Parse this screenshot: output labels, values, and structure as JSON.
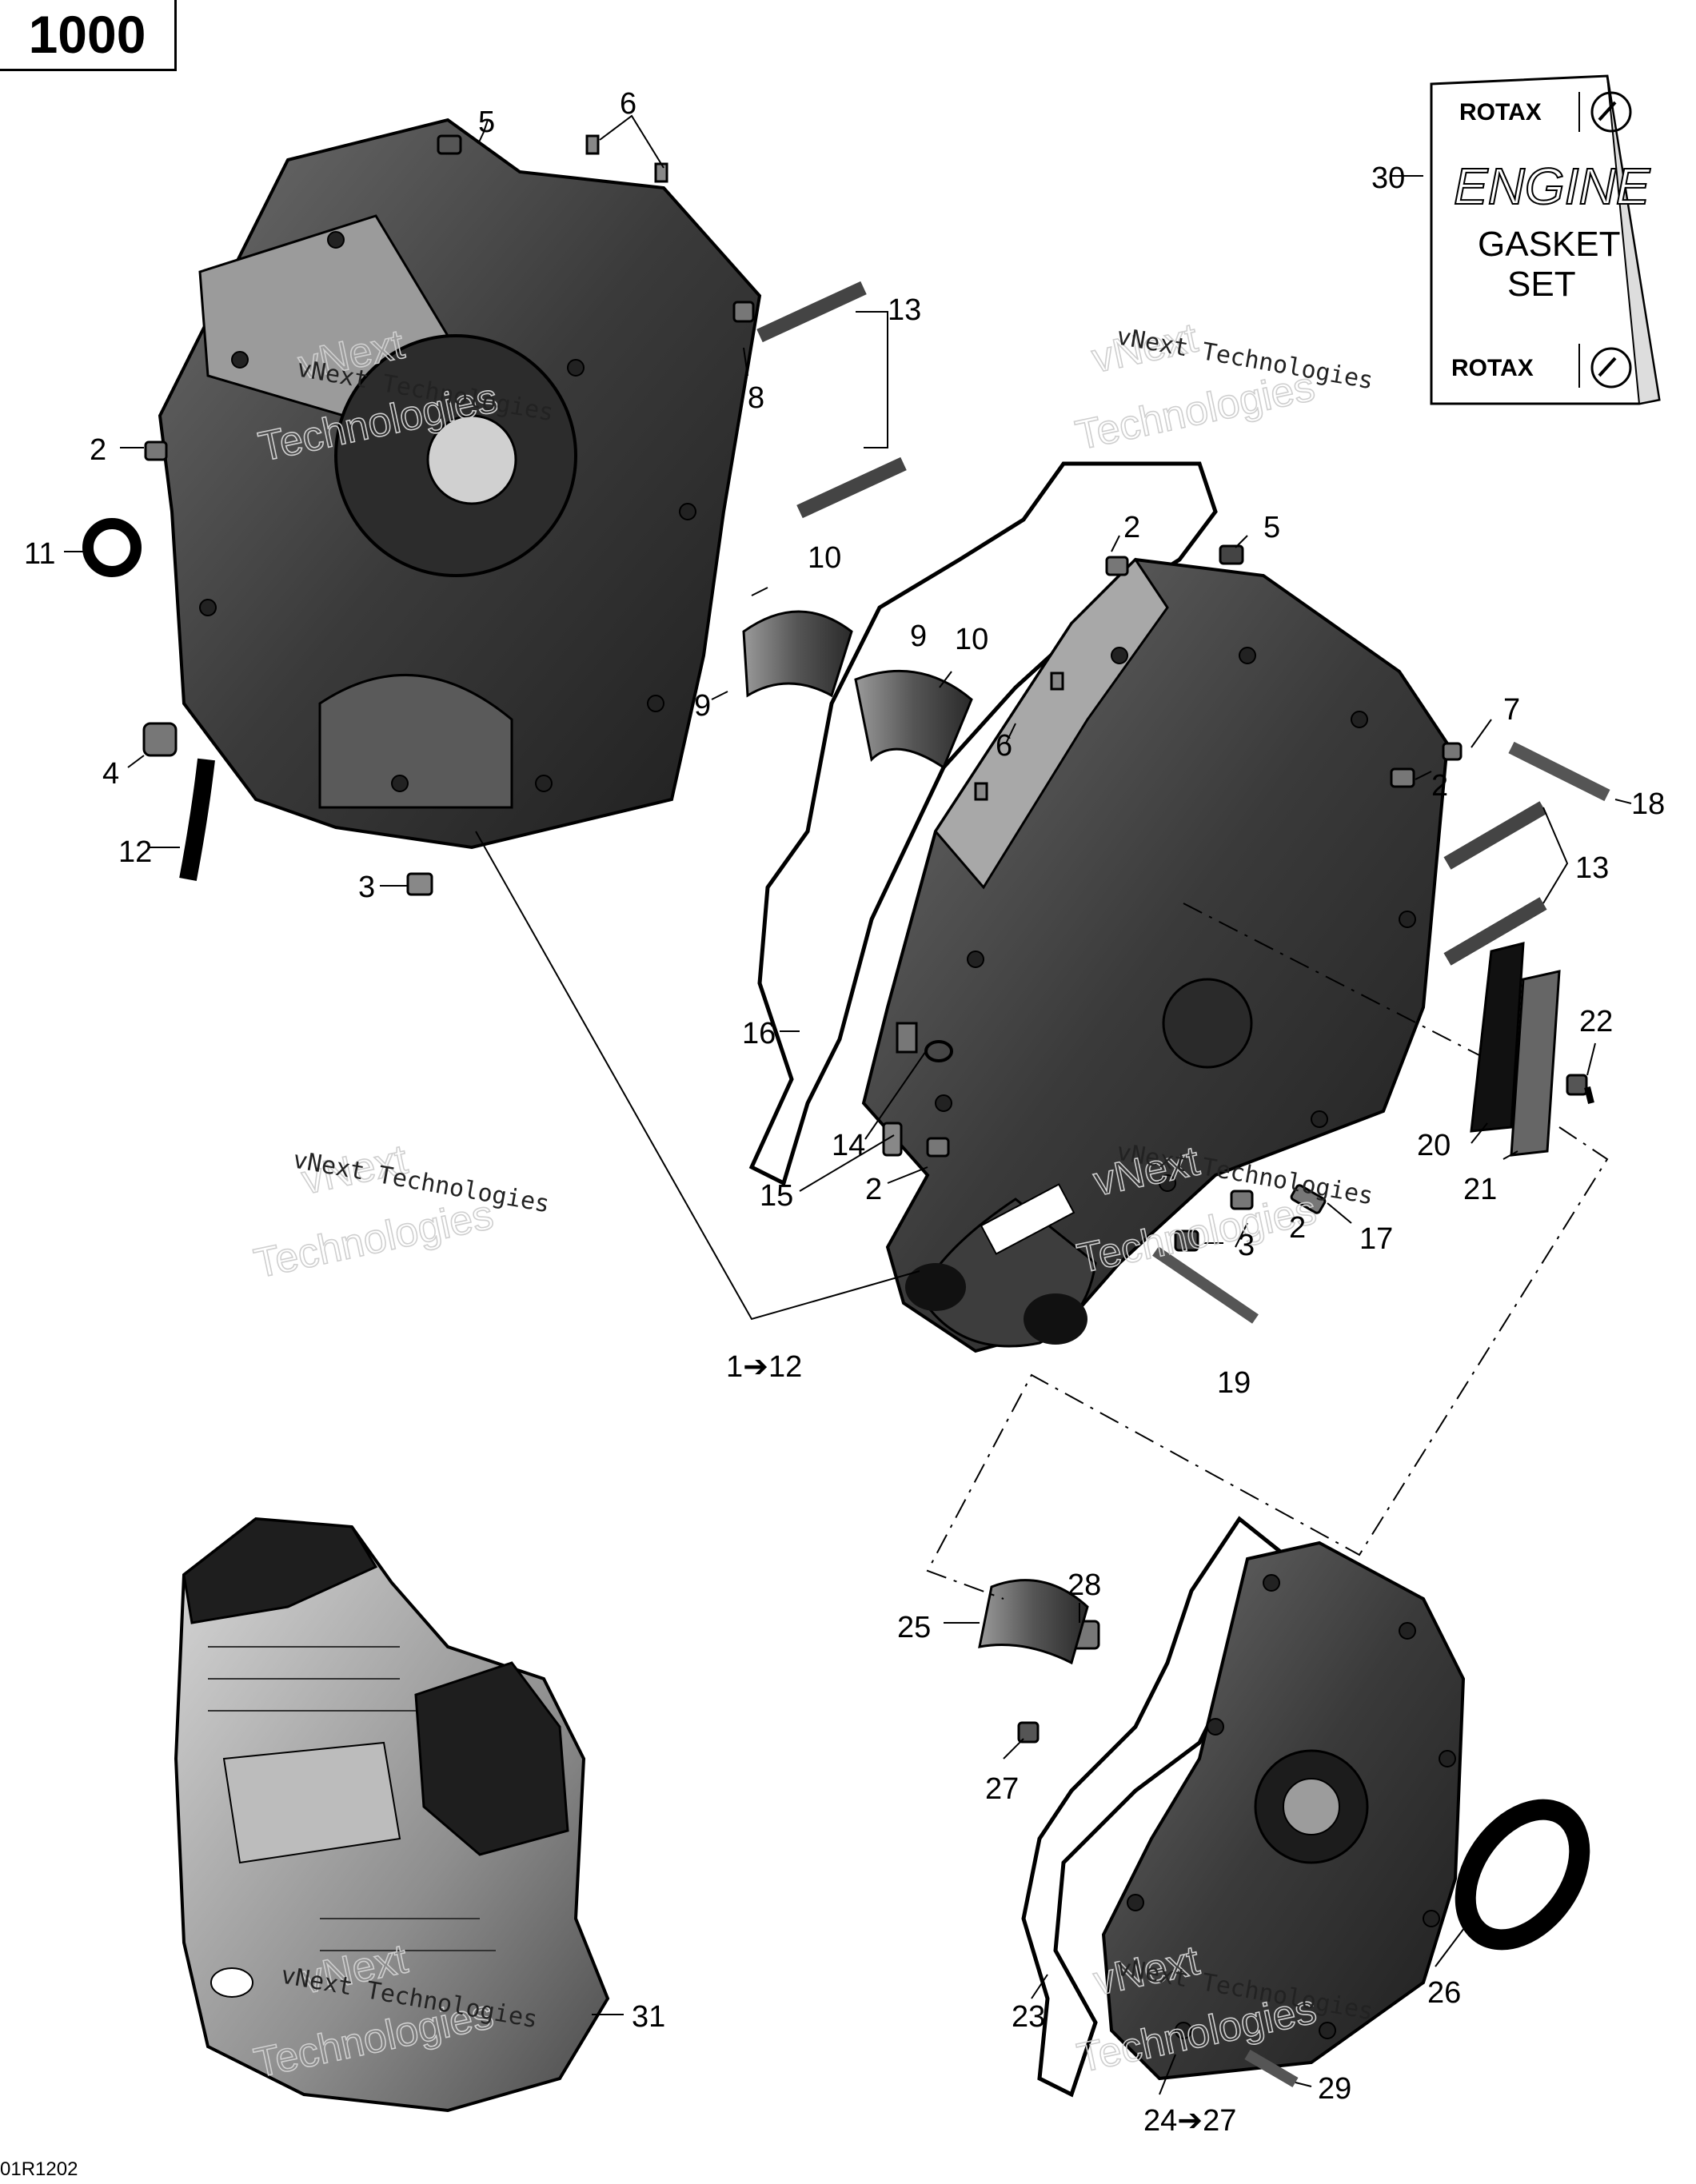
{
  "model": "1000",
  "doc_code": "01R1202",
  "watermark": {
    "brand": "vNext",
    "brand2": "Technologies",
    "small": "vNext Technologies"
  },
  "gasket_tag": {
    "brand": "ROTAX",
    "line1": "ENGINE",
    "line2": "GASKET",
    "line3": "SET"
  },
  "callouts": {
    "c5a": "5",
    "c6a": "6",
    "c13a": "13",
    "c8": "8",
    "c30": "30",
    "c2a": "2",
    "c11": "11",
    "c10a": "10",
    "c9a": "9",
    "c9b": "9",
    "c10b": "10",
    "c2b": "2",
    "c5b": "5",
    "c6b": "6",
    "c4": "4",
    "c12": "12",
    "c3a": "3",
    "c7": "7",
    "c2c": "2",
    "c18": "18",
    "c13b": "13",
    "c16": "16",
    "c22": "22",
    "c14": "14",
    "c20": "20",
    "c15": "15",
    "c2d": "2",
    "c21": "21",
    "c17": "17",
    "c2e": "2",
    "c3b": "3",
    "c1to12": "1➔12",
    "c19": "19",
    "c28": "28",
    "c25": "25",
    "c27": "27",
    "c26": "26",
    "c23": "23",
    "c31": "31",
    "c29": "29",
    "c24to27": "24➔27"
  }
}
